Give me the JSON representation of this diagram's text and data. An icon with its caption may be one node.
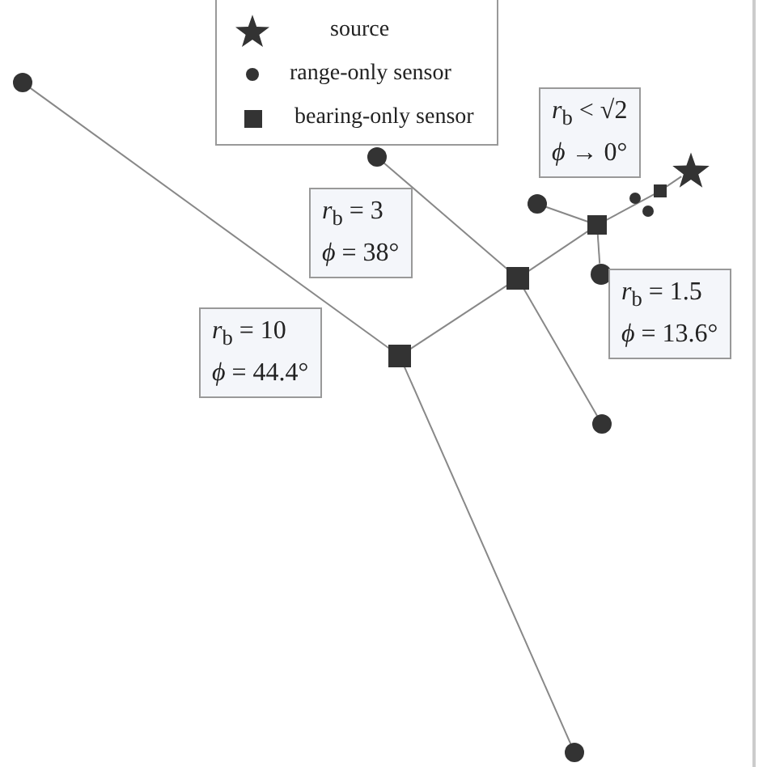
{
  "diagram": {
    "nodes": [
      {
        "text": [],
        "shape": "circle"
      },
      {
        "text": [],
        "shape": "circle"
      },
      {
        "text": [],
        "shape": "circle"
      },
      {
        "text": [],
        "shape": "box"
      },
      {
        "text": [],
        "shape": "box"
      },
      {
        "text": [],
        "shape": "box"
      },
      {
        "text": [],
        "shape": "box"
      },
      {
        "text": [],
        "shape": "star"
      },
      {
        "text": [],
        "shape": "circle"
      },
      {
        "text": [],
        "shape": "circle"
      },
      {
        "text": [],
        "shape": "circle"
      },
      {
        "text": [],
        "shape": "circle"
      },
      {
        "text": [],
        "shape": "circle"
      },
      {
        "text": [
          "*r*$_{b}$ < √2",
          "*ϕ* → 0°"
        ]
      },
      {
        "text": [
          "*r*$_{b}$ = 3",
          "*ϕ* = 38°"
        ]
      },
      {
        "text": [
          "*r*$_{b}$ = 1.5",
          "*ϕ* = 13.6°"
        ]
      },
      {
        "text": [
          "*r*$_{b}$ = 10",
          "*ϕ* = 44.4°"
        ]
      }
    ],
    "edges": [
      {
        "from": 0,
        "to": 3,
        "arrow": "none"
      },
      {
        "from": 3,
        "to": 12,
        "arrow": "none"
      },
      {
        "from": 3,
        "to": 4,
        "arrow": "none"
      },
      {
        "from": 1,
        "to": 4,
        "arrow": "none"
      },
      {
        "from": 4,
        "to": 9,
        "arrow": "none"
      },
      {
        "from": 4,
        "to": 5,
        "arrow": "none"
      },
      {
        "from": 5,
        "to": 2,
        "arrow": "none"
      },
      {
        "from": 5,
        "to": 8,
        "arrow": "none"
      },
      {
        "from": 5,
        "to": 6,
        "arrow": "none"
      },
      {
        "from": 6,
        "to": 7,
        "arrow": "none"
      }
    ],
    "legend": [
      {
        "text": "source"
      },
      {
        "text": "range-only sensor"
      },
      {
        "text": "bearing-only sensor"
      }
    ]
  }
}
